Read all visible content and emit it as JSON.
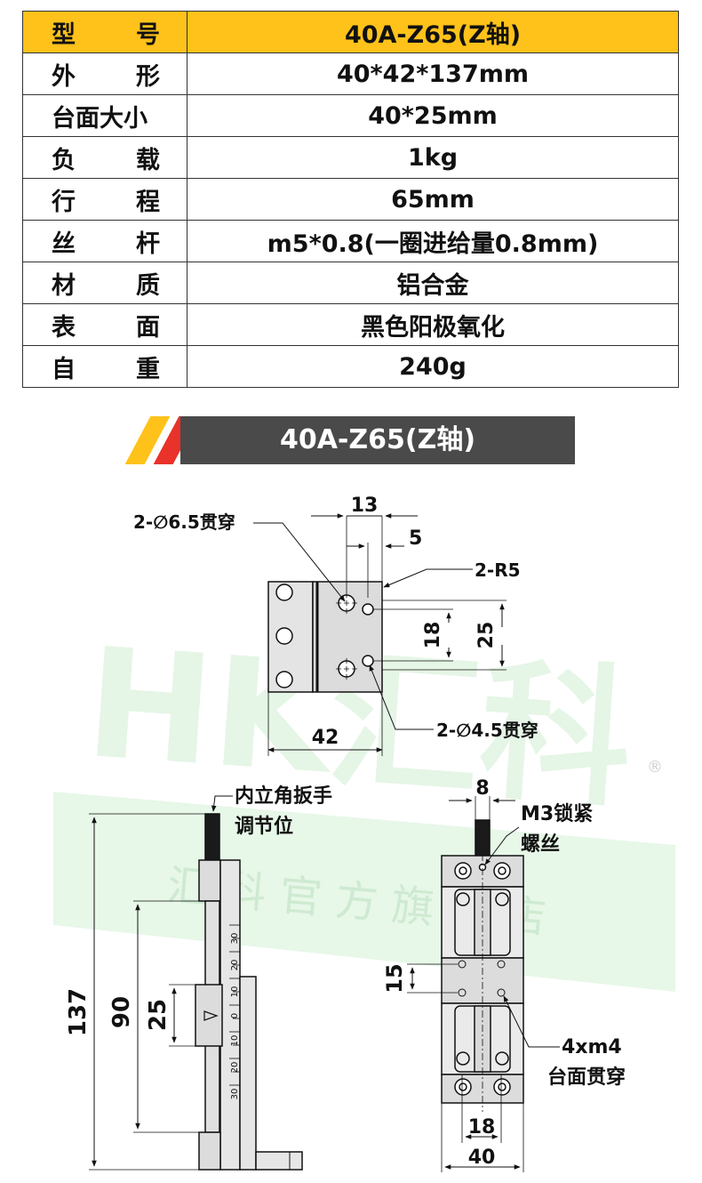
{
  "specs": {
    "header": {
      "label_a": "型",
      "label_b": "号",
      "value": "40A-Z65(Z轴)"
    },
    "rows": [
      {
        "label_a": "外",
        "label_b": "形",
        "value": "40*42*137mm"
      },
      {
        "label_a": "台面大小",
        "label_b": "",
        "value": "40*25mm"
      },
      {
        "label_a": "负",
        "label_b": "载",
        "value": "1kg"
      },
      {
        "label_a": "行",
        "label_b": "程",
        "value": "65mm"
      },
      {
        "label_a": "丝",
        "label_b": "杆",
        "value": "m5*0.8(一圈进给量0.8mm)"
      },
      {
        "label_a": "材",
        "label_b": "质",
        "value": "铝合金"
      },
      {
        "label_a": "表",
        "label_b": "面",
        "value": "黑色阳极氧化"
      },
      {
        "label_a": "自",
        "label_b": "重",
        "value": "240g"
      }
    ]
  },
  "banner": {
    "title": "40A-Z65(Z轴)"
  },
  "colors": {
    "accent_yellow": "#ffc21a",
    "accent_red": "#e8322a",
    "banner_gray": "#4a4a4a",
    "watermark_green": "#d4f0d6"
  },
  "watermark": {
    "logo": "HK汇科",
    "mark": "®",
    "store": "汇 科 官 方 旗 舰 店"
  },
  "top_view": {
    "dim_13": "13",
    "dim_5": "5",
    "dim_18": "18",
    "dim_25": "25",
    "dim_42": "42",
    "note_hole_65": "2-∅6.5贯穿",
    "note_r5": "2-R5",
    "note_hole_45": "2-∅4.5贯穿"
  },
  "side_view": {
    "note_line1": "内立角扳手",
    "note_line2": "调节位",
    "dim_137": "137",
    "dim_90": "90",
    "dim_25": "25",
    "scale_marks": [
      "30",
      "20",
      "10",
      "0",
      "10",
      "20",
      "30"
    ]
  },
  "front_view": {
    "dim_8": "8",
    "note_m3_line1": "M3锁紧",
    "note_m3_line2": "螺丝",
    "dim_15": "15",
    "note_m4_line1": "4xm4",
    "note_m4_line2": "台面贯穿",
    "dim_18": "18",
    "dim_40": "40"
  }
}
